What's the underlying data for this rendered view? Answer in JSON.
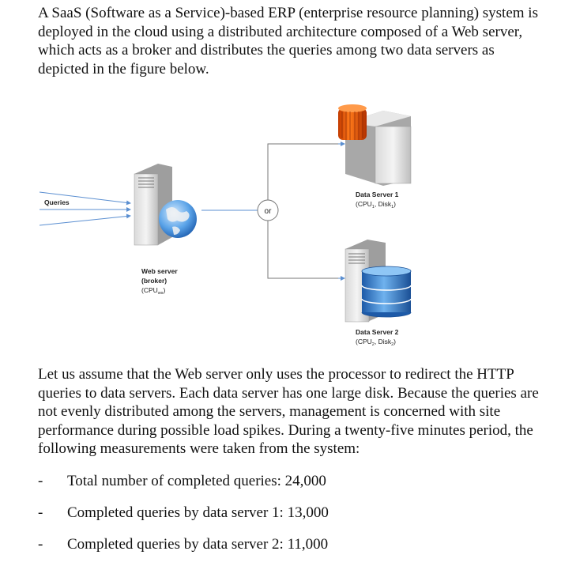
{
  "intro": "A SaaS (Software as a Service)-based ERP (enterprise resource planning) system is deployed in the cloud using a distributed architecture composed of a Web server, which acts as a broker and distributes the queries among two data servers as depicted in the figure below.",
  "figure": {
    "queries_label": "Queries",
    "or_label": "or",
    "web_server": {
      "line1": "Web server",
      "line2": "(broker)",
      "line3": "(CPU",
      "line3_sub": "ws",
      "line3_end": ")"
    },
    "data_server_1": {
      "title": "Data Server 1",
      "spec_a": "(CPU",
      "sub_a": "1",
      "spec_b": ", Disk",
      "sub_b": "1",
      "spec_c": ")"
    },
    "data_server_2": {
      "title": "Data Server 2",
      "spec_a": "(CPU",
      "sub_a": "2",
      "spec_b": ", Disk",
      "sub_b": "2",
      "spec_c": ")"
    }
  },
  "body": "Let us assume that the Web server only uses the processor to redirect the HTTP queries to data servers. Each data server has one large disk. Because the queries are not evenly distributed among the servers, management is concerned with site performance during possible load spikes.  During a twenty-five minutes period, the following measurements were taken from the system:",
  "bullets": [
    {
      "dash": "-",
      "text": "Total number of completed queries: 24,000"
    },
    {
      "dash": "-",
      "text": "Completed queries by data server 1: 13,000"
    },
    {
      "dash": "-",
      "text": "Completed queries by data server 2: 11,000"
    }
  ]
}
